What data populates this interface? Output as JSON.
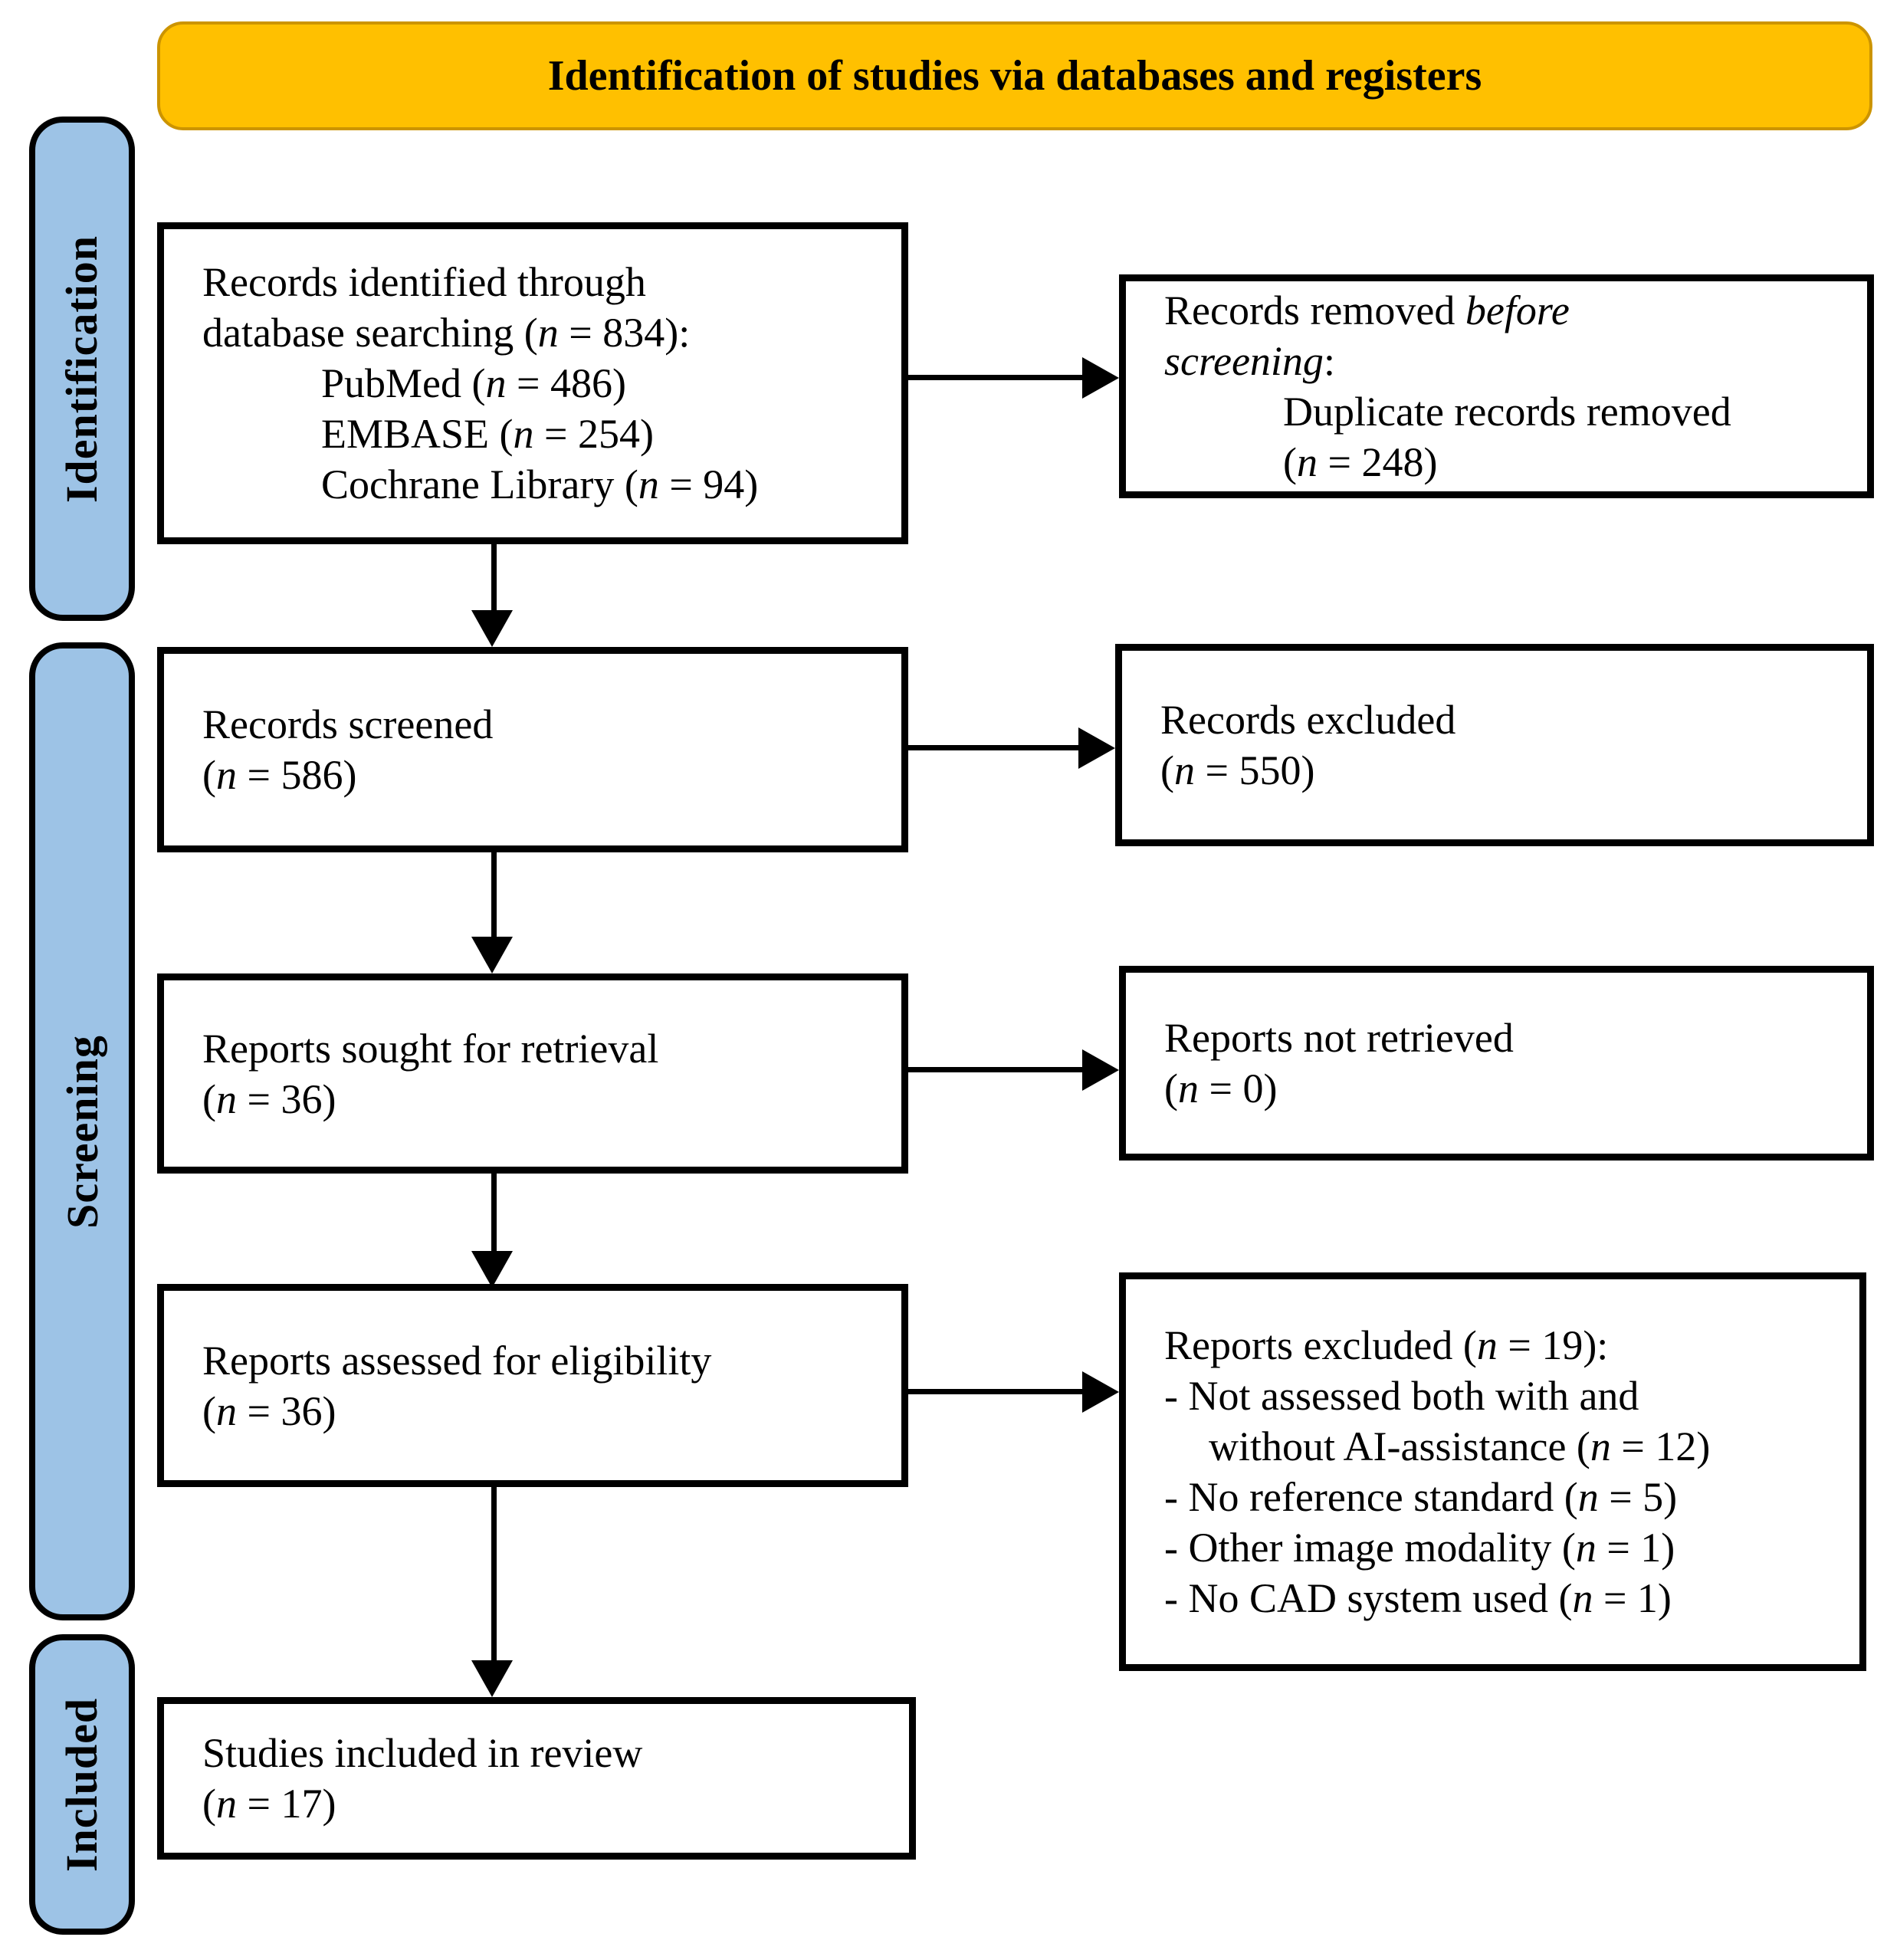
{
  "header": {
    "title": "Identification of studies via databases and registers"
  },
  "sidebar": {
    "identification_label": "Identification",
    "screening_label": "Screening",
    "included_label": "Included"
  },
  "flow": {
    "records_identified": {
      "lines": [
        "Records identified through",
        "database searching (*n* = 834):",
        "PubMed (*n* = 486)",
        "EMBASE (*n* = 254)",
        "Cochrane Library (*n* = 94)"
      ]
    },
    "records_removed_before_screening": {
      "lines": [
        "Records removed *before*",
        "*screening*:",
        "Duplicate records removed",
        "(*n* = 248)"
      ]
    },
    "records_screened": {
      "lines": [
        "Records screened",
        "(*n* = 586)"
      ]
    },
    "records_excluded": {
      "lines": [
        "Records excluded",
        "(*n* = 550)"
      ]
    },
    "reports_sought": {
      "lines": [
        "Reports sought for retrieval",
        "(*n* = 36)"
      ]
    },
    "reports_not_retrieved": {
      "lines": [
        "Reports not retrieved",
        "(*n* = 0)"
      ]
    },
    "reports_assessed": {
      "lines": [
        "Reports assessed for eligibility",
        "(*n* = 36)"
      ]
    },
    "reports_excluded": {
      "lines": [
        "Reports excluded (*n* = 19):",
        "- Not assessed both with and",
        "without AI-assistance (*n* = 12)",
        "- No reference standard (*n* = 5)",
        "- Other image modality (*n* = 1)",
        "- No CAD system used (*n* = 1)"
      ]
    },
    "studies_included": {
      "lines": [
        "Studies included in review",
        "(*n* = 17)"
      ]
    }
  },
  "colors": {
    "banner_fill": "#FFC000",
    "banner_border": "#CC9400",
    "stage_fill": "#9DC3E6",
    "box_border": "#000000"
  }
}
